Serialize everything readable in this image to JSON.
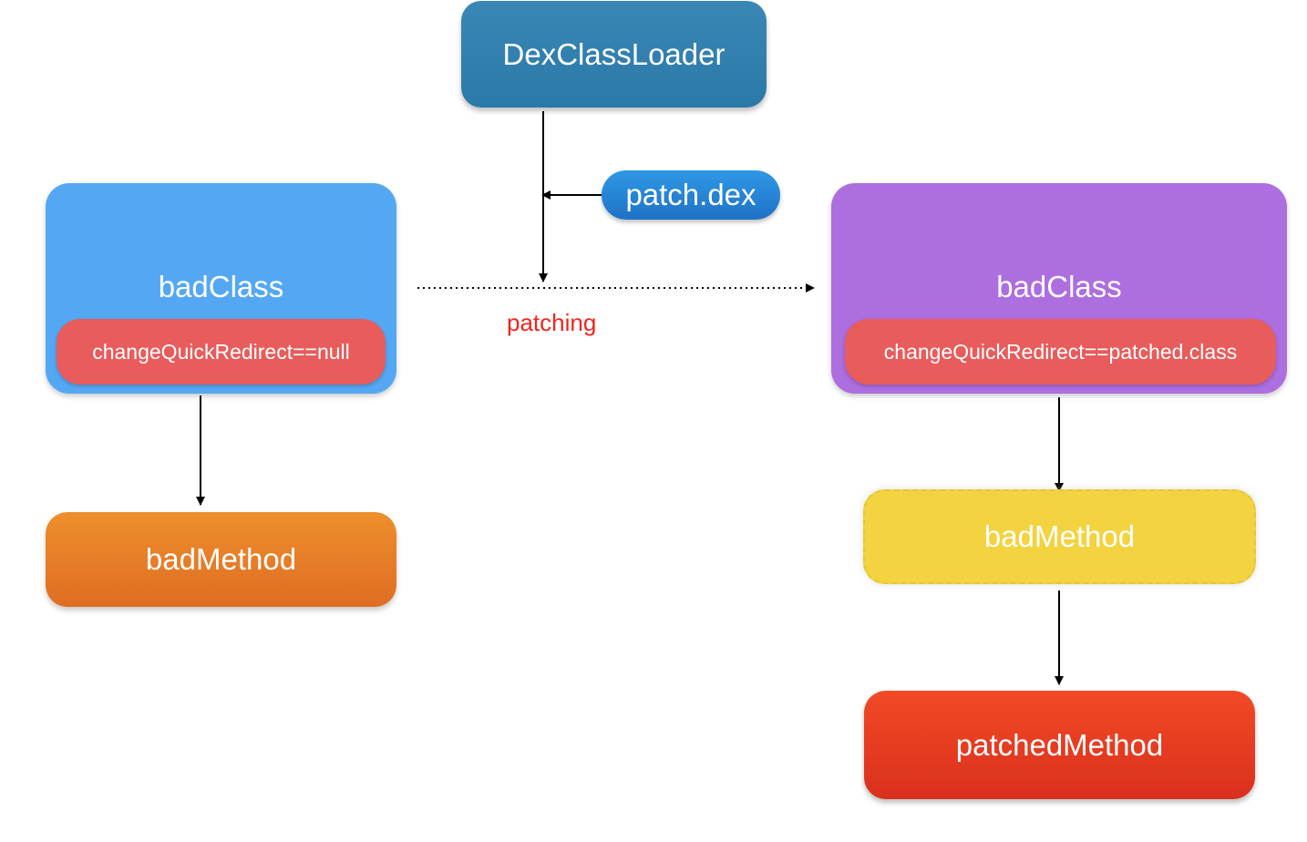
{
  "nodes": {
    "loader": "DexClassLoader",
    "patch_file": "patch.dex",
    "left_class": {
      "title": "badClass",
      "redirect": "changeQuickRedirect==null",
      "method": "badMethod"
    },
    "right_class": {
      "title": "badClass",
      "redirect": "changeQuickRedirect==patched.class",
      "method": "badMethod",
      "patched_method": "patchedMethod"
    }
  },
  "edge_labels": {
    "patching": "patching"
  },
  "colors": {
    "loader": "#2f7fae",
    "patch_file": "#2788d8",
    "left_class": "#54a8f3",
    "right_class": "#ad6ee0",
    "redirect": "#e85c5c",
    "left_method": "#e67f28",
    "right_method": "#f3d33f",
    "patched_method": "#e83b22",
    "patching_label": "#f0251b"
  }
}
